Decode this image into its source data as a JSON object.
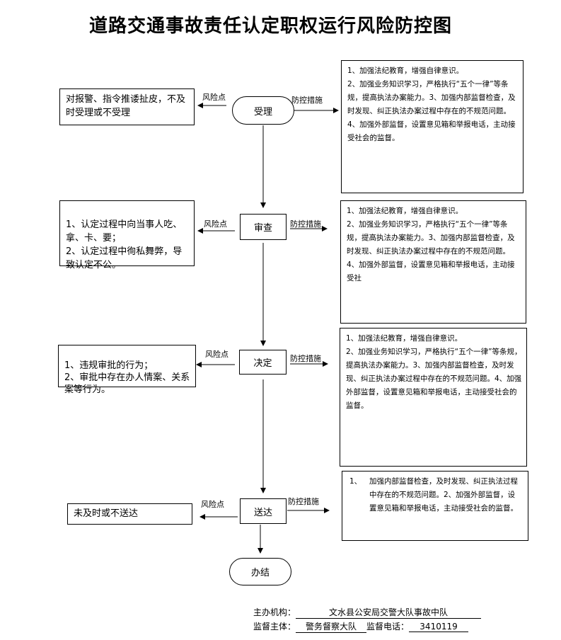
{
  "title": "道路交通事故责任认定职权运行风险防控图",
  "labels": {
    "risk": "风险点",
    "measure": "防控措施"
  },
  "steps": [
    {
      "name": "受理",
      "risk": "对报警、指令推诿扯皮，不及时受理或不受理",
      "measures": [
        "1、加强法纪教育，增强自律意识。",
        "2、加强业务知识学习，严格执行“五个一律”等条规，提高执法办案能力。3、加强内部监督检查，及时发现、纠正执法办案过程中存在的不规范问题。4、加强外部监督，设置意见箱和举报电话，主动接受社会的监督。"
      ]
    },
    {
      "name": "审查",
      "risk": "1、认定过程中向当事人吃、拿、卡、要；\n2、认定过程中徇私舞弊，导致认定不公。",
      "measures": [
        "1、加强法纪教育，增强自律意识。",
        "2、加强业务知识学习，严格执行“五个一律”等条规，提高执法办案能力。3、加强内部监督检查，及时发现、纠正执法办案过程中存在的不规范问题。4、加强外部监督，设置意见箱和举报电话，主动接受社"
      ]
    },
    {
      "name": "决定",
      "risk": "1、违规审批的行为；\n2、审批中存在办人情案、关系案等行为。",
      "measures": [
        "1、加强法纪教育，增强自律意识。",
        "2、加强业务知识学习，严格执行“五个一律”等条规，提高执法办案能力。3、加强内部监督检查，及时发现、纠正执法办案过程中存在的不规范问题。4、加强外部监督，设置意见箱和举报电话，主动接受社会的监督。"
      ]
    },
    {
      "name": "送达",
      "risk": "未及时或不送达",
      "measures_number": "1、",
      "measures": [
        "加强内部监督检查，及时发现、纠正执法过程中存在的不规范问题。2、加强外部监督，设置意见箱和举报电话，主动接受社会的监督。"
      ]
    }
  ],
  "end": "办结",
  "footer": {
    "org_label": "主办机构：",
    "org_value": "文水县公安局交警大队事故中队",
    "supervisor_label": "监督主体：",
    "supervisor_value": "警务督察大队",
    "phone_label": "监督电话：",
    "phone_value": "3410119"
  }
}
